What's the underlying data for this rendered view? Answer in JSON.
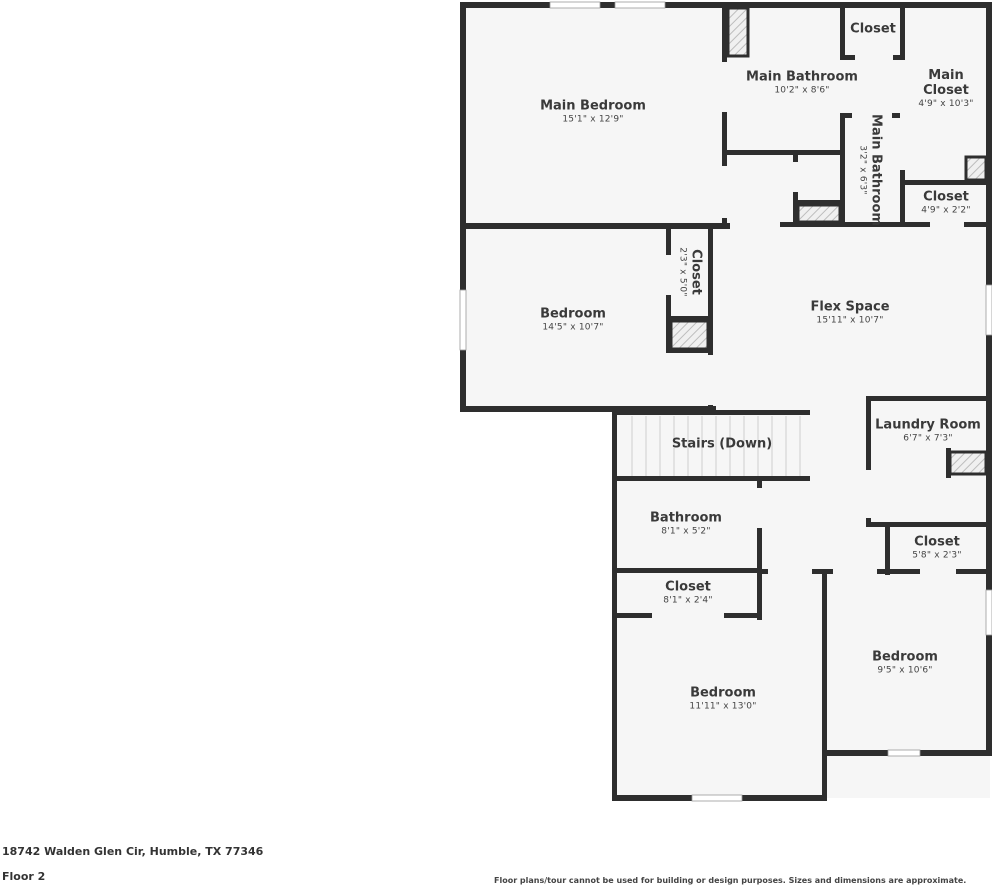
{
  "plan": {
    "floor_label": "Floor 2",
    "rooms": [
      {
        "name": "Main Bedroom",
        "dims": "15'1\" x 12'9\""
      },
      {
        "name": "Closet",
        "dims": ""
      },
      {
        "name": "Main Bathroom",
        "dims": "10'2\" x 8'6\""
      },
      {
        "name": "Main Closet",
        "dims": "4'9\" x 10'3\""
      },
      {
        "name": "Main Bathroom",
        "dims": "3'2\" x 6'3\""
      },
      {
        "name": "Closet",
        "dims": "4'9\" x 2'2\""
      },
      {
        "name": "Bedroom",
        "dims": "14'5\" x 10'7\""
      },
      {
        "name": "Closet",
        "dims": "2'3\" x 5'0\""
      },
      {
        "name": "Flex Space",
        "dims": "15'11\" x 10'7\""
      },
      {
        "name": "Stairs (Down)",
        "dims": ""
      },
      {
        "name": "Laundry Room",
        "dims": "6'7\" x 7'3\""
      },
      {
        "name": "Bathroom",
        "dims": "8'1\" x 5'2\""
      },
      {
        "name": "Closet",
        "dims": "5'8\" x 2'3\""
      },
      {
        "name": "Closet",
        "dims": "8'1\" x 2'4\""
      },
      {
        "name": "Bedroom",
        "dims": "11'11\" x 13'0\""
      },
      {
        "name": "Bedroom",
        "dims": "9'5\" x 10'6\""
      }
    ]
  },
  "footer": {
    "address": "18742 Walden Glen Cir, Humble, TX 77346",
    "floor": "Floor 2",
    "disclaimer": "Floor plans/tour cannot be used for building or design purposes. Sizes and dimensions are approximate."
  },
  "colors": {
    "wall": "#2e2e2e",
    "room_fill": "#f6f6f6",
    "background": "#ffffff"
  }
}
